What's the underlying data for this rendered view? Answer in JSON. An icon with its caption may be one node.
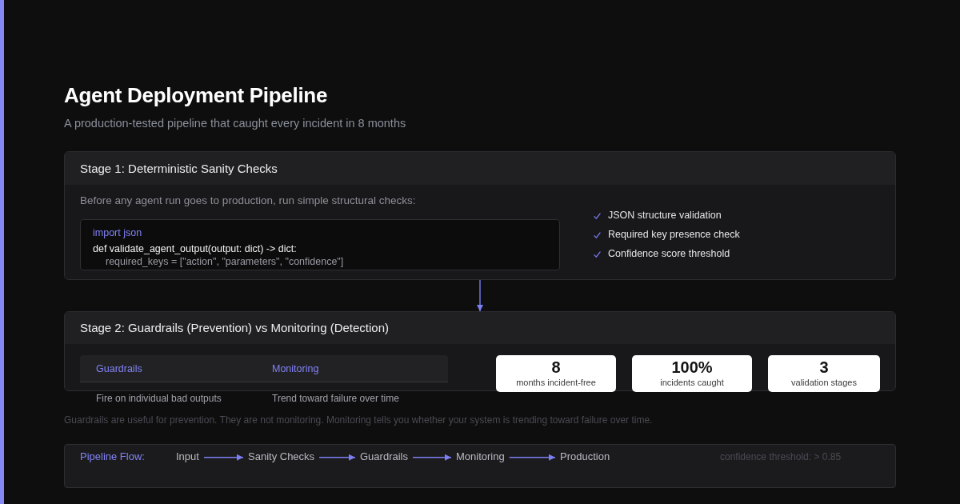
{
  "diagram": {
    "title": "Agent Deployment Pipeline",
    "nodes": [
      {
        "text": [
          "Stage 1: Deterministic Sanity Checks",
          "Before any agent run goes to production, run simple structural checks:",
          "JSON structure validation",
          "Required key presence check",
          "Confidence score threshold"
        ]
      },
      {
        "text": [
          "import json",
          "def validate_agent_output(output: dict) -> dict:",
          "required_keys = [\"action\", \"parameters\", \"confidence\"]"
        ],
        "in": 0
      },
      {
        "text": [
          "Stage 2: Guardrails (Prevention) vs Monitoring (Detection)"
        ]
      },
      {
        "text": [
          "8",
          "months incident-free"
        ],
        "in": 2
      },
      {
        "text": [
          "100%",
          "incidents caught"
        ],
        "in": 2
      },
      {
        "text": [
          "3",
          "validation stages"
        ],
        "in": 2
      },
      {
        "text": [
          "Pipeline Flow:",
          "confidence threshold: > 0.85"
        ]
      },
      {
        "text": [
          "Input"
        ],
        "in": 6
      },
      {
        "text": [
          "Sanity Checks"
        ],
        "in": 6
      },
      {
        "text": [
          "Guardrails"
        ],
        "in": 6
      },
      {
        "text": [
          "Monitoring"
        ],
        "in": 6
      },
      {
        "text": [
          "Production"
        ],
        "in": 6
      }
    ],
    "edges": [
      {
        "from": 0,
        "to": 2,
        "arrow": "to"
      },
      {
        "from": 7,
        "to": 8,
        "arrow": "to"
      },
      {
        "from": 8,
        "to": 9,
        "arrow": "to"
      },
      {
        "from": 9,
        "to": 10,
        "arrow": "to"
      },
      {
        "from": 10,
        "to": 11,
        "arrow": "to"
      }
    ],
    "labels": [
      "A production-tested pipeline that caught every incident in 8 months",
      "Guardrails",
      "Monitoring",
      "Fire on individual bad outputs",
      "Trend toward failure over time",
      "Guardrails are useful for prevention. They are not monitoring. Monitoring tells you whether your system is trending toward failure over time."
    ]
  }
}
